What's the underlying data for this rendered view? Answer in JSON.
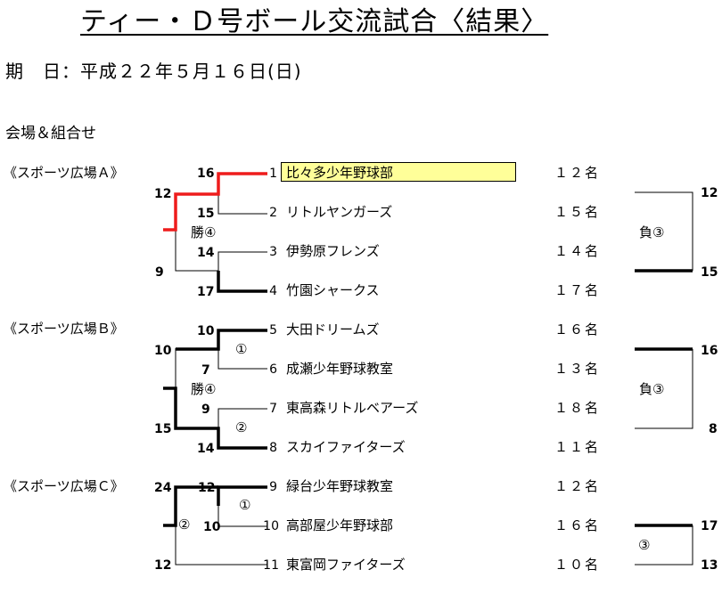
{
  "title": "ティー・Ｄ号ボール交流試合〈結果〉",
  "date_line": "期　日：平成２２年５月１６日(日)",
  "venue_heading": "会場＆組合せ",
  "colors": {
    "winner_line": "#ee1c1c",
    "highlight": "#ffff99"
  },
  "venues": [
    {
      "label": "《スポーツ広場Ａ》"
    },
    {
      "label": "《スポーツ広場Ｂ》"
    },
    {
      "label": "《スポーツ広場Ｃ》"
    }
  ],
  "teams": [
    {
      "no": "1",
      "name": "比々多少年野球部",
      "count": "１２名"
    },
    {
      "no": "2",
      "name": "リトルヤンガーズ",
      "count": "１５名"
    },
    {
      "no": "3",
      "name": "伊勢原フレンズ",
      "count": "１４名"
    },
    {
      "no": "4",
      "name": "竹園シャークス",
      "count": "１７名"
    },
    {
      "no": "5",
      "name": "大田ドリームズ",
      "count": "１６名"
    },
    {
      "no": "6",
      "name": "成瀬少年野球教室",
      "count": "１３名"
    },
    {
      "no": "7",
      "name": "東高森リトルベアーズ",
      "count": "１８名"
    },
    {
      "no": "8",
      "name": "スカイファイターズ",
      "count": "１１名"
    },
    {
      "no": "9",
      "name": "緑台少年野球教室",
      "count": "１２名"
    },
    {
      "no": "10",
      "name": "高部屋少年野球部",
      "count": "１６名"
    },
    {
      "no": "11",
      "name": "東富岡ファイターズ",
      "count": "１０名"
    }
  ],
  "scores": {
    "a": [
      "16",
      "15",
      "14",
      "17",
      "12",
      "9"
    ],
    "b": [
      "10",
      "7",
      "9",
      "14",
      "10",
      "15"
    ],
    "c": [
      "12",
      "10",
      "24",
      "12"
    ],
    "right": [
      "12",
      "15",
      "16",
      "8",
      "17",
      "13"
    ]
  },
  "marks": {
    "win4_a": "勝④",
    "win4_b": "勝④",
    "lose3_a": "負③",
    "lose3_b": "負③",
    "m1_b": "①",
    "m2_b": "②",
    "m1_c": "①",
    "m2_c": "②",
    "m3_c": "③"
  }
}
